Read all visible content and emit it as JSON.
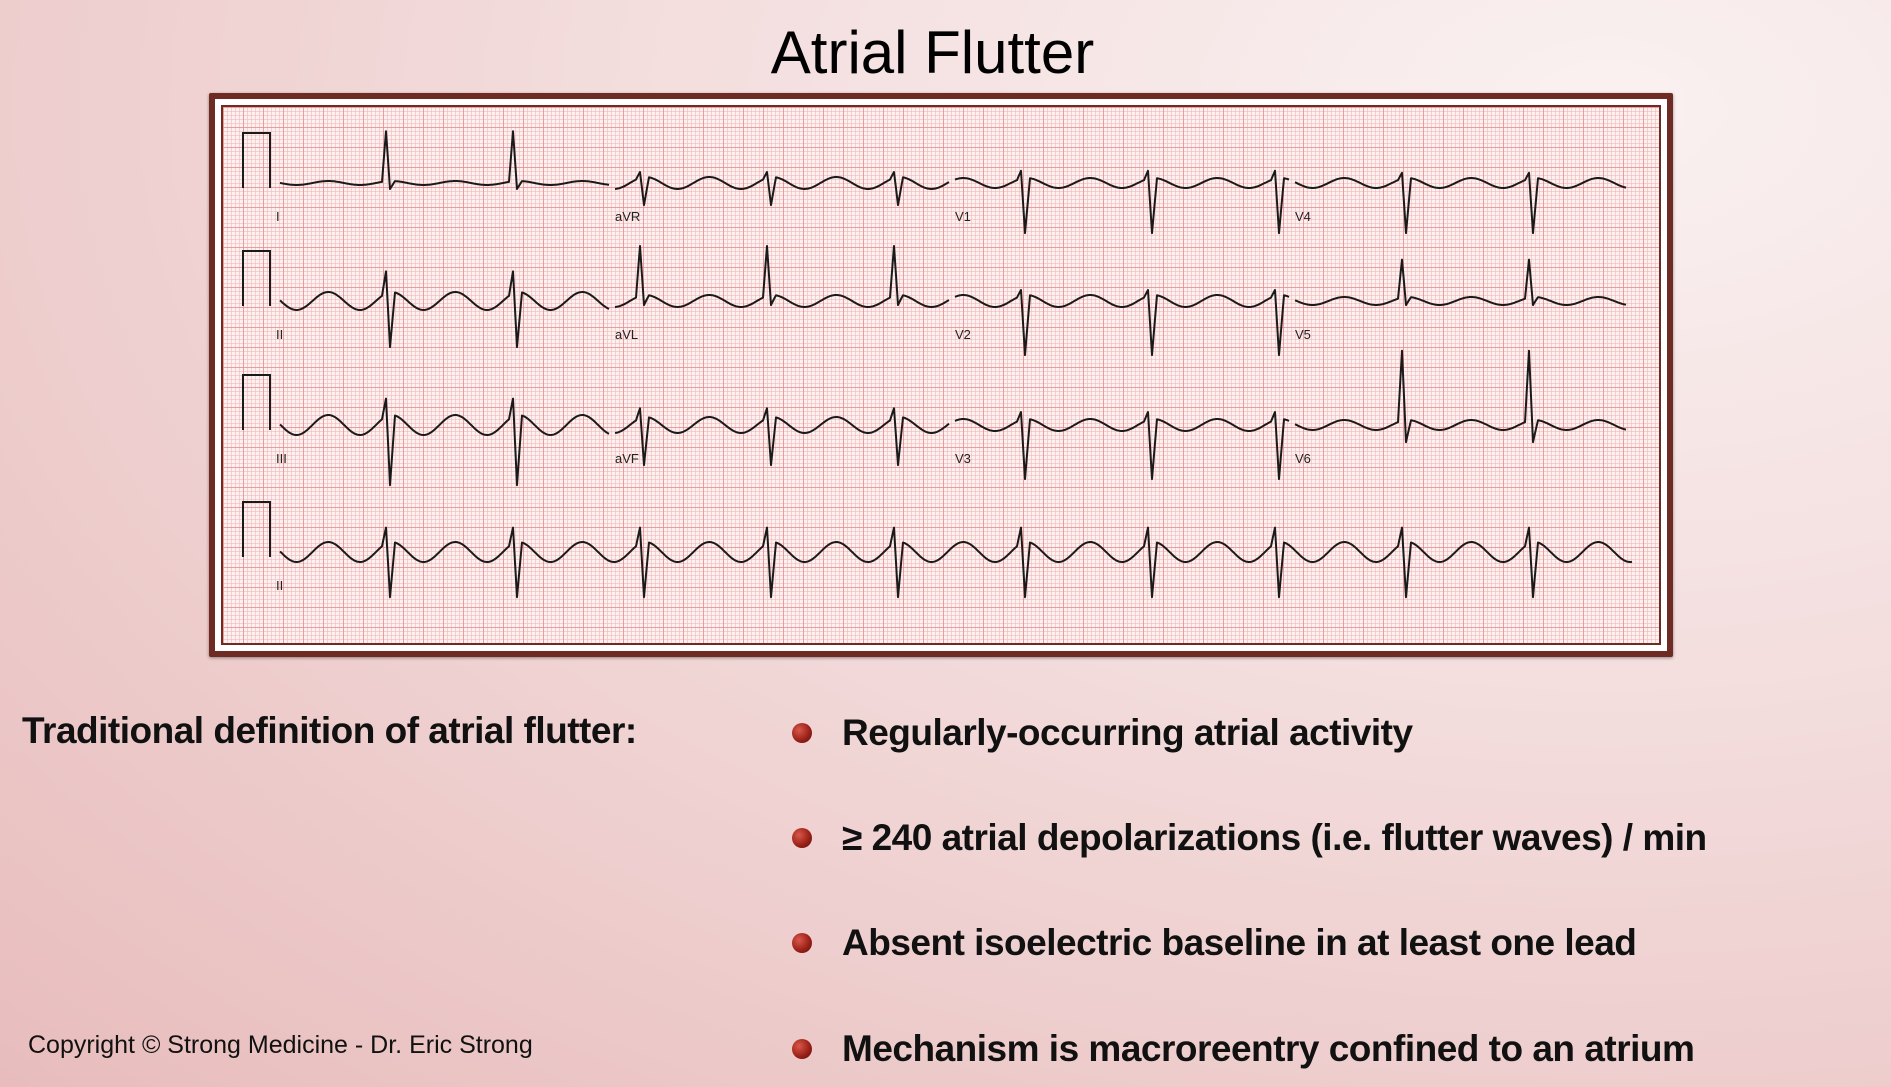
{
  "title": "Atrial Flutter",
  "ecg": {
    "leads": [
      "I",
      "aVR",
      "V1",
      "V4",
      "II",
      "aVL",
      "V2",
      "V5",
      "III",
      "aVF",
      "V3",
      "V6",
      "II"
    ]
  },
  "definition_heading": "Traditional definition of atrial flutter:",
  "bullets": [
    "Regularly-occurring atrial activity",
    "≥ 240 atrial depolarizations (i.e. flutter waves) / min",
    "Absent isoelectric baseline in at least one lead",
    "Mechanism is macroreentry confined to an atrium"
  ],
  "copyright": "Copyright © Strong Medicine - Dr. Eric Strong",
  "colors": {
    "frame": "#6e2b24",
    "bullet": "#9c2219",
    "trace": "#1a1a1a"
  }
}
